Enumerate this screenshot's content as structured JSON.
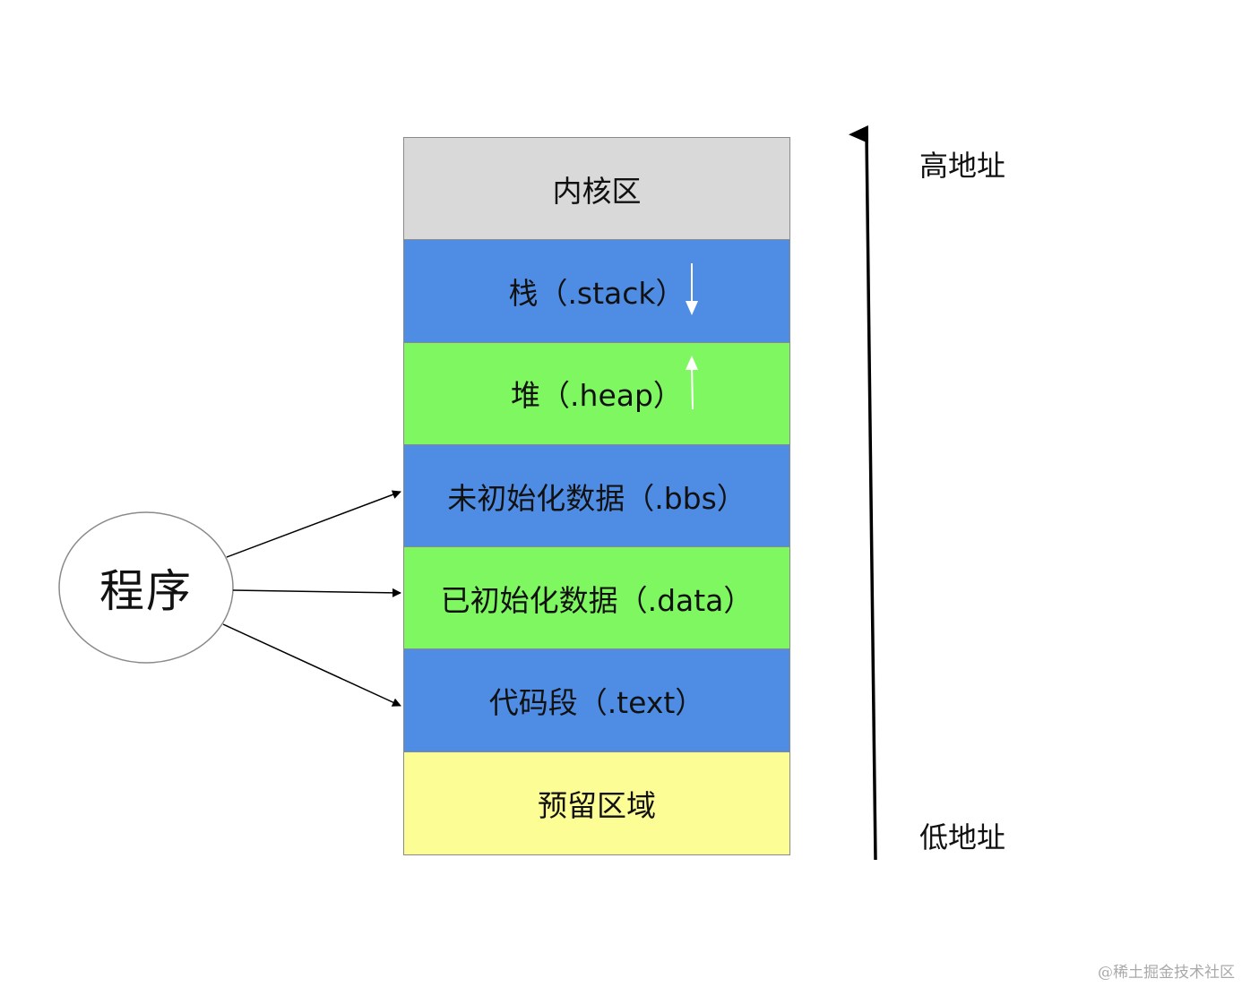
{
  "segments": [
    {
      "label": "内核区",
      "color": "#d9d9d9"
    },
    {
      "label": "栈（.stack）",
      "color": "#4f8de4",
      "growth": "down"
    },
    {
      "label": "堆（.heap）",
      "color": "#7ff760",
      "growth": "up"
    },
    {
      "label": "未初始化数据（.bbs）",
      "color": "#4f8de4"
    },
    {
      "label": "已初始化数据（.data）",
      "color": "#7ff760"
    },
    {
      "label": "代码段（.text）",
      "color": "#4f8de4"
    },
    {
      "label": "预留区域",
      "color": "#fdfd96"
    }
  ],
  "program": {
    "label": "程序",
    "arrow_targets": [
      "未初始化数据（.bbs）",
      "已初始化数据（.data）",
      "代码段（.text）"
    ]
  },
  "address_axis": {
    "high": "高地址",
    "low": "低地址"
  },
  "watermark": "@稀土掘金技术社区"
}
